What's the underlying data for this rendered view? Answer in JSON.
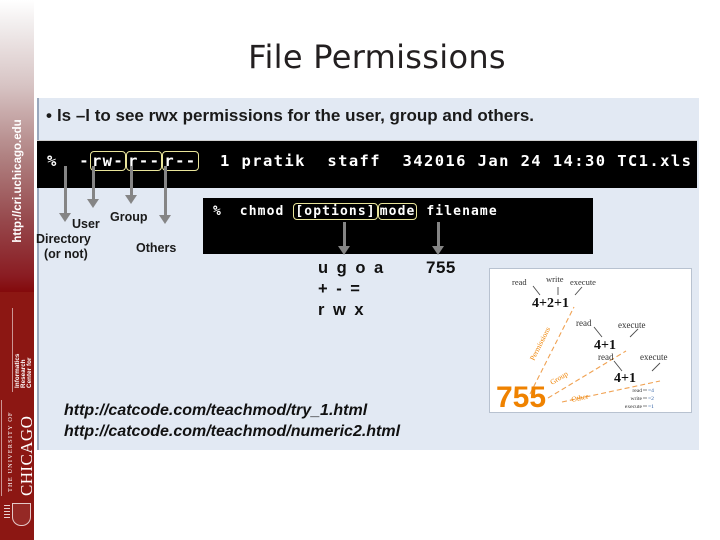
{
  "slide": {
    "title": "File Permissions",
    "bullet_dot": "•",
    "bullet_text": "ls –l to see rwx permissions for the user, group and others."
  },
  "branding": {
    "url": "http://cri.uchicago.edu",
    "center_line1": "Center for",
    "center_line2": "Research",
    "center_line3": "Informatics",
    "university_small": "THE UNIVERSITY OF",
    "university_big": "CHICAGO",
    "maroon": "#8c1713"
  },
  "terminal_ls": {
    "prompt": "%",
    "type_char": "-",
    "user_perms": "rw-",
    "group_perms": "r--",
    "other_perms": "r--",
    "links": "1",
    "owner": "pratik",
    "group": "staff",
    "size": "342016",
    "month": "Jan",
    "day": "24",
    "time": "14:30",
    "filename": "TC1.xls",
    "box_color": "#e9e59a"
  },
  "terminal_chmod": {
    "prompt": "%",
    "command": "chmod",
    "options": "[options]",
    "mode": "mode",
    "filename": "filename"
  },
  "labels": {
    "directory_line1": "Directory",
    "directory_line2": "(or not)",
    "user": "User",
    "group": "Group",
    "others": "Others"
  },
  "mode_legend": {
    "who": "u g o a",
    "operator": "+ - =",
    "perms": "r w x",
    "numeric": "755"
  },
  "diagram": {
    "numeric": "755",
    "owner_digit_expr": "4+2+1",
    "group_digit_expr": "4+1",
    "other_digit_expr": "4+1",
    "owner_labels": [
      "read",
      "write",
      "execute"
    ],
    "group_labels": [
      "read",
      "execute"
    ],
    "other_labels": [
      "read",
      "execute"
    ],
    "diag_owner": "Permissions",
    "diag_group": "Group",
    "diag_other": "Other",
    "legend": [
      {
        "name": "read",
        "value": "=4"
      },
      {
        "name": "write",
        "value": "=2"
      },
      {
        "name": "execute",
        "value": "=1"
      }
    ],
    "accent_color": "#ef8200"
  },
  "links": {
    "url1": "http://catcode.com/teachmod/try_1.html",
    "url2": "http://catcode.com/teachmod/numeric2.html"
  }
}
